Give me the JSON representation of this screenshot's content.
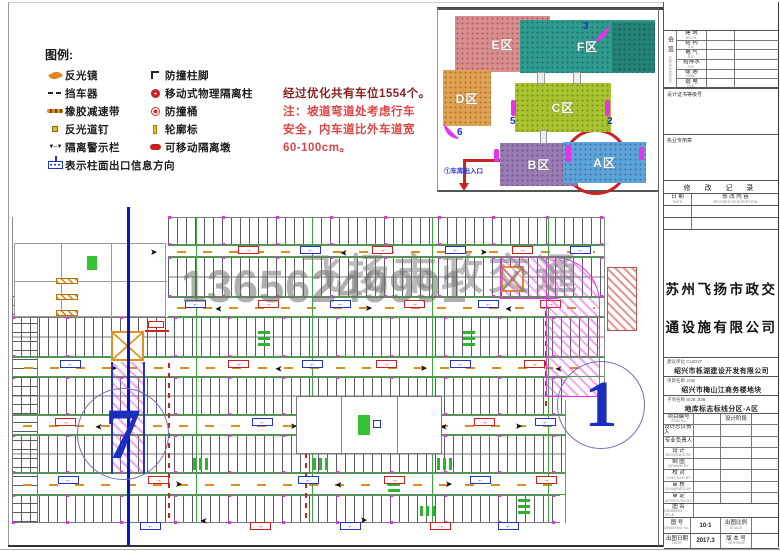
{
  "legend": {
    "title": "图例:",
    "col1": [
      {
        "icon": "mirror",
        "label": "反光镜"
      },
      {
        "icon": "stopper",
        "label": "挡车器"
      },
      {
        "icon": "speedbump",
        "label": "橡胶减速带"
      },
      {
        "icon": "roadstud",
        "label": "反光道钉"
      },
      {
        "icon": "warnrail",
        "label": "隔离警示栏"
      },
      {
        "icon": "exitsign",
        "label": "表示柱面出口信息方向"
      }
    ],
    "col2": [
      {
        "icon": "bollardfoot",
        "label": "防撞柱脚"
      },
      {
        "icon": "isopost",
        "label": "移动式物理隔离柱"
      },
      {
        "icon": "crashbarrel",
        "label": "防撞桶"
      },
      {
        "icon": "contourmark",
        "label": "轮廓标"
      },
      {
        "icon": "isoblock",
        "label": "可移动隔离墩"
      }
    ]
  },
  "notes": {
    "line1": "经过优化共有车位1554个。",
    "line2": "注：坡道弯道处考虑行车",
    "line3": "安全，内车道比外车道宽",
    "line4": "60-100cm。"
  },
  "overview": {
    "zones": [
      {
        "id": "E",
        "label": "E区",
        "color": "#d98c8c"
      },
      {
        "id": "F",
        "label": "F区",
        "color": "#2f9a8e"
      },
      {
        "id": "D",
        "label": "D区",
        "color": "#dfa050"
      },
      {
        "id": "C",
        "label": "C区",
        "color": "#a7c42e"
      },
      {
        "id": "B",
        "label": "B区",
        "color": "#9a7ab2"
      },
      {
        "id": "A",
        "label": "A区",
        "color": "#5ba3d9"
      }
    ],
    "ramp_numbers": [
      {
        "id": "3",
        "n": "3"
      },
      {
        "id": "5",
        "n": "5"
      },
      {
        "id": "2",
        "n": "2"
      },
      {
        "id": "6",
        "n": "6"
      }
    ],
    "entrance_label": "①车库出入口"
  },
  "plan": {
    "watermark_name": "飞扬市政交通",
    "watermark_phone": "13656249991",
    "big_number_left": "7",
    "big_number_right": "1"
  },
  "titleblock": {
    "consult_cn": "会签",
    "consult_en": "CONSULTATION",
    "disciplines": [
      {
        "cn": "建 筑",
        "en": "ARCH."
      },
      {
        "cn": "结 构",
        "en": "S.E."
      },
      {
        "cn": "电 气",
        "en": "E.E."
      },
      {
        "cn": "给排水",
        "en": "P.E."
      },
      {
        "cn": "暖 通",
        "en": "HVAC."
      },
      {
        "cn": "弱 电",
        "en": "ELE."
      }
    ],
    "cert_line": "设计证书等级号",
    "seal_line": "执业专用章",
    "revision": {
      "title": "修 改 记 录",
      "col_date": "日 期",
      "col_date_en": "DATE",
      "col_content": "修 改 内 容",
      "col_content_en": "REVISED DESCRIPTION"
    },
    "company_line1": "苏州飞扬市政交",
    "company_line2": "通设施有限公司",
    "client_label": "建设单位  CLIENT",
    "client_value": "绍兴市栎湖建设开发有限公司",
    "job_label": "项目名称  JOB",
    "job_value": "绍兴市梅山江商务楼地块",
    "subjob_label": "子项名称  SUB JOB",
    "subjob_value": "地库标志标线分区-A区",
    "rows": [
      {
        "label": "项目编号",
        "en": "ITEM No.",
        "label2": "设计阶段",
        "en2": ""
      },
      {
        "label": "设计总负责人",
        "en": "",
        "label2": "",
        "en2": ""
      },
      {
        "label": "专业负责人",
        "en": "",
        "label2": "",
        "en2": ""
      },
      {
        "label": "设 计",
        "en": "DESIGNED BY",
        "label2": "",
        "en2": ""
      },
      {
        "label": "制 图",
        "en": "DRAWN BY",
        "label2": "",
        "en2": ""
      },
      {
        "label": "校 对",
        "en": "CHECKED BY",
        "label2": "",
        "en2": ""
      },
      {
        "label": "审 核",
        "en": "EXAMINED BY",
        "label2": "",
        "en2": ""
      },
      {
        "label": "审 定",
        "en": "APPROVED BY",
        "label2": "",
        "en2": ""
      }
    ],
    "title_row_label": "图 名",
    "title_row_en": "DRAWING TITLE",
    "bottom_row1": {
      "label": "图 号",
      "en": "DRAWING No.",
      "value": "10-1",
      "label2": "出图比例",
      "en2": "SCALE",
      "value2": ""
    },
    "bottom_row2": {
      "label": "出图日期",
      "en": "DATE",
      "value": "2017.3",
      "label2": "版 本 号",
      "en2": "VERSION",
      "value2": ""
    }
  }
}
